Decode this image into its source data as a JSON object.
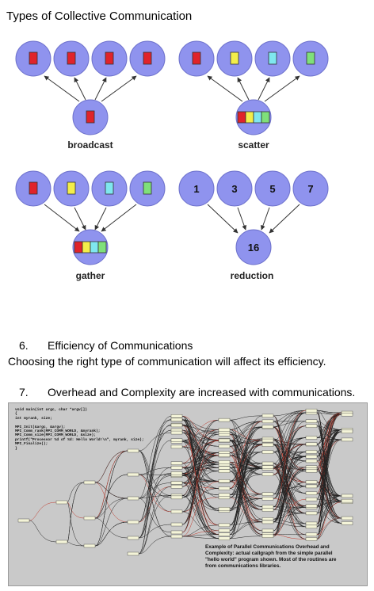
{
  "page_title": "Types of Collective Communication",
  "diagrams": {
    "broadcast": {
      "label": "broadcast"
    },
    "scatter": {
      "label": "scatter"
    },
    "gather": {
      "label": "gather"
    },
    "reduction": {
      "label": "reduction",
      "inputs": [
        "1",
        "3",
        "5",
        "7"
      ],
      "result": "16"
    }
  },
  "colors": {
    "node": "#8f93ee",
    "node_stroke": "#6e72cc",
    "red": "#e0232a",
    "yellow": "#f3ee4a",
    "cyan": "#7fe7ef",
    "green": "#7fe07a"
  },
  "items": [
    {
      "number": "6.",
      "text": "Efficiency of Communications"
    },
    {
      "number": "7.",
      "text": "Overhead and Complexity are increased with communications."
    }
  ],
  "item6_paragraph": "Choosing the right type of communication will affect its efficiency.",
  "callgraph": {
    "code": "void main(int argc, char *argv[])\n{\nint myrank, size;\n\nMPI_Init(&argc, &argv);\nMPI_Comm_rank(MPI_COMM_WORLD, &myrank);\nMPI_Comm_size(MPI_COMM_WORLD, &size);\nprintf(\"Processor %d of %d: Hello World!\\n\", myrank, size);\nMPI_Finalize();\n}",
    "caption": "Example of Parallel Communications Overhead and Complexity: actual callgraph from the simple parallel \"hello world\" program shown. Most of the routines are from communications libraries."
  }
}
